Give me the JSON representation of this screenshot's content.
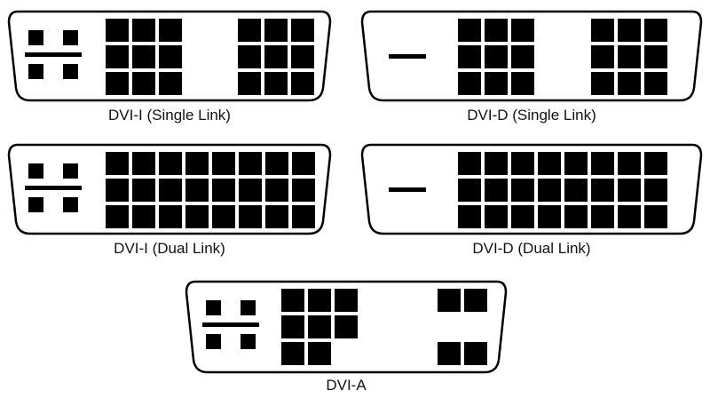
{
  "colors": {
    "pin": "#000000",
    "outline": "#000000",
    "background": "#ffffff"
  },
  "connectors": [
    {
      "label": "DVI-I (Single Link)",
      "analog": true,
      "left_block": {
        "cols": 3,
        "rows": 3
      },
      "right_block": {
        "cols": 3,
        "rows": 3
      }
    },
    {
      "label": "DVI-D (Single Link)",
      "analog": false,
      "left_block": {
        "cols": 3,
        "rows": 3
      },
      "right_block": {
        "cols": 3,
        "rows": 3
      }
    },
    {
      "label": "DVI-I (Dual Link)",
      "analog": true,
      "left_block": {
        "cols": 8,
        "rows": 3
      }
    },
    {
      "label": "DVI-D (Dual Link)",
      "analog": false,
      "left_block": {
        "cols": 8,
        "rows": 3
      }
    },
    {
      "label": "DVI-A",
      "analog": true,
      "left_block": {
        "cols": 3,
        "rows": 3,
        "last_row_pins": 2
      },
      "right_pairs": 2
    }
  ]
}
